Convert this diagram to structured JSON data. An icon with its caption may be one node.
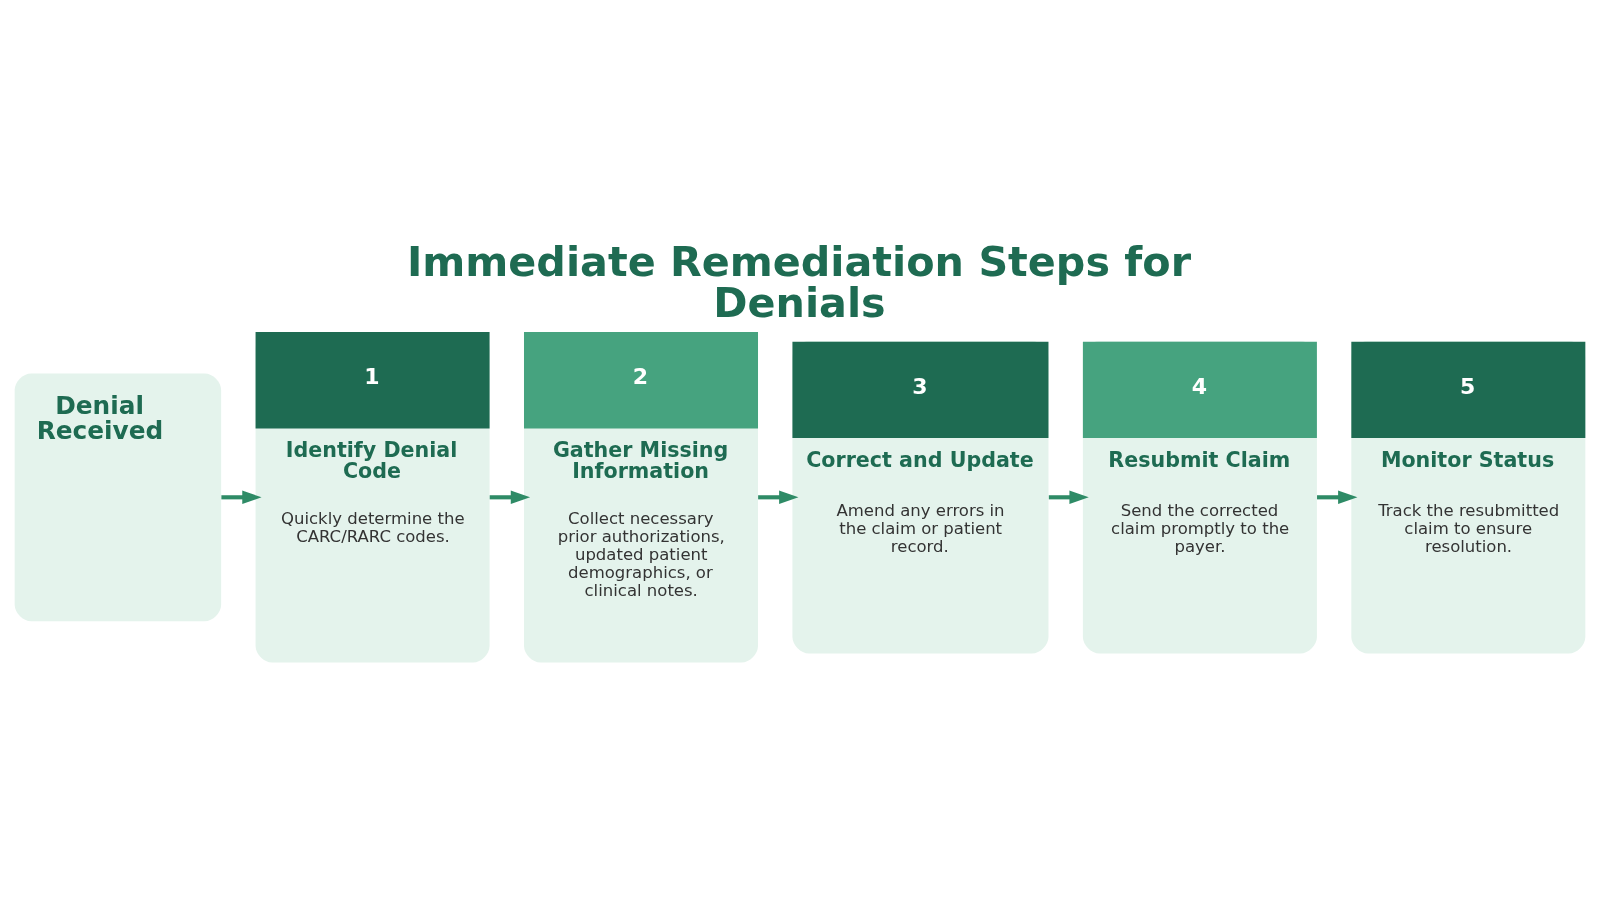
{
  "diagram": {
    "title": "Immediate Remediation Steps for Denials",
    "nodes": [
      {
        "text": [
          "Denial Received"
        ]
      },
      {
        "text": [
          "1",
          "Identify Denial Code",
          "Quickly determine the CARC/RARC codes."
        ]
      },
      {
        "text": [
          "2",
          "Gather Missing Information",
          "Collect necessary prior authorizations, updated patient demographics, or clinical notes."
        ]
      },
      {
        "text": [
          "3",
          "Correct and Update",
          "Amend any errors in the claim or patient record."
        ]
      },
      {
        "text": [
          "4",
          "Resubmit Claim",
          "Send the corrected claim promptly to the payer."
        ]
      },
      {
        "text": [
          "5",
          "Monitor Status",
          "Track the resubmitted claim to ensure resolution."
        ]
      }
    ],
    "edges": [
      {
        "from": 0,
        "to": 1,
        "arrow": "to"
      },
      {
        "from": 1,
        "to": 2,
        "arrow": "to"
      },
      {
        "from": 2,
        "to": 3,
        "arrow": "to"
      },
      {
        "from": 3,
        "to": 4,
        "arrow": "to"
      },
      {
        "from": 4,
        "to": 5,
        "arrow": "to"
      }
    ]
  }
}
